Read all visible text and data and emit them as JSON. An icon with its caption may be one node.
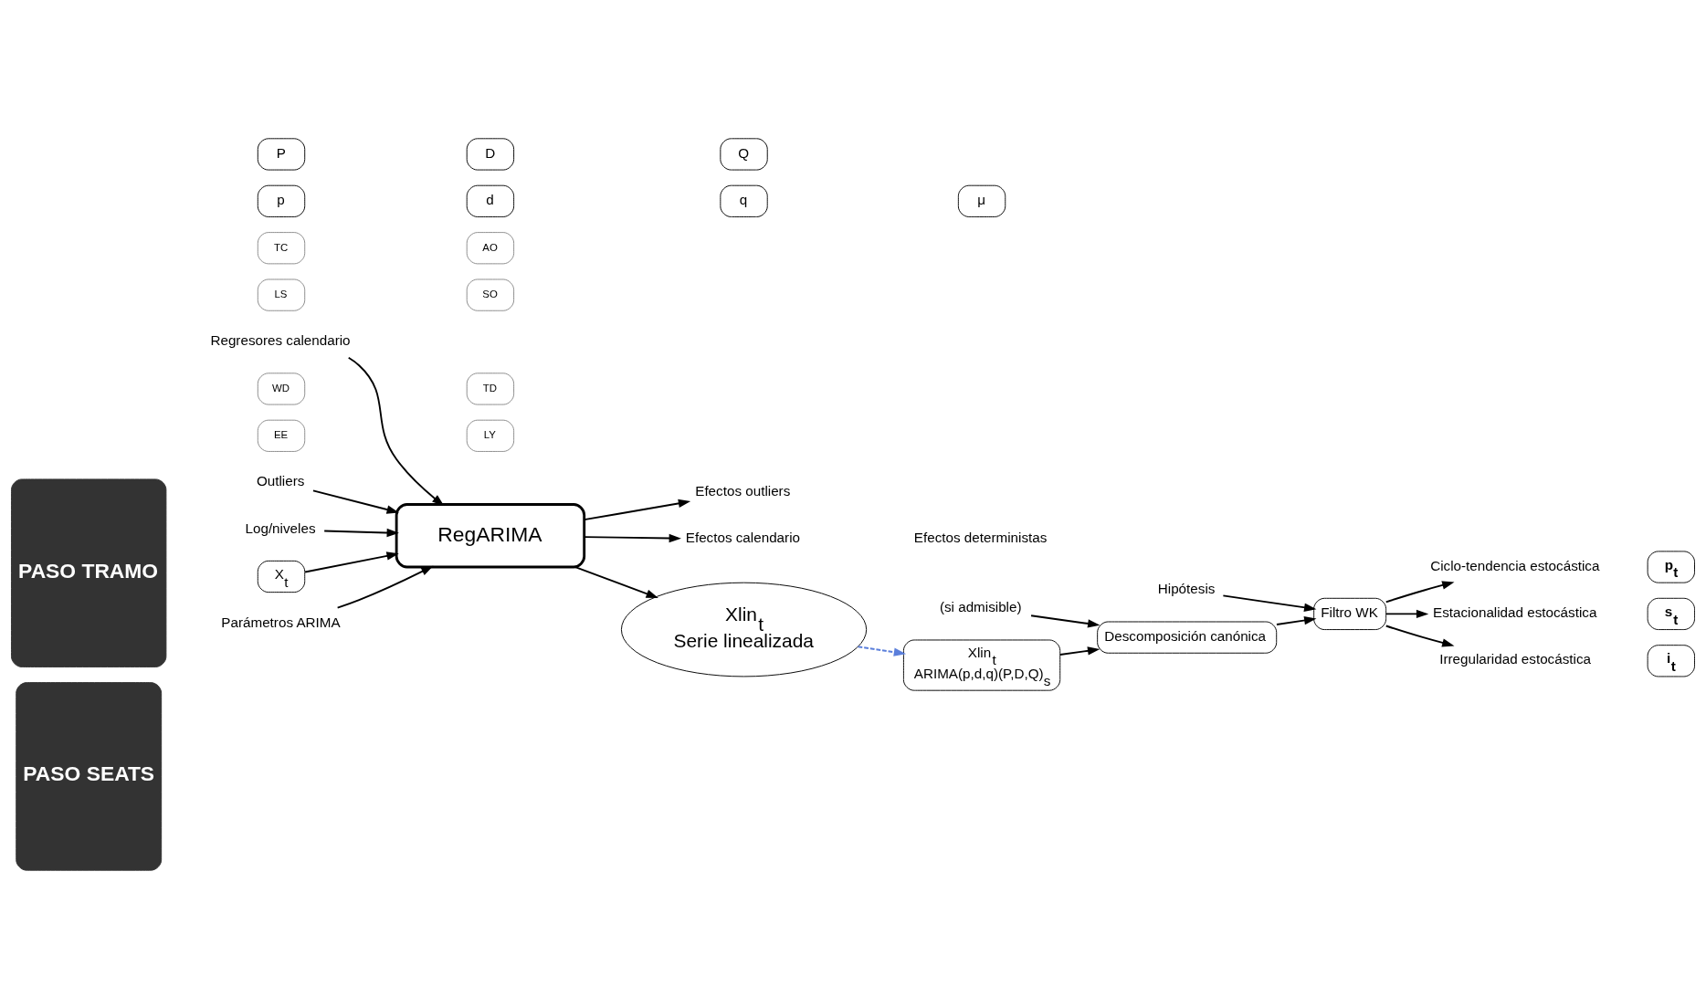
{
  "diagram": {
    "nodes": [
      {
        "text": [
          "PASO TRAMO"
        ]
      },
      {
        "text": [
          "Regresores calendario"
        ]
      },
      {
        "text": [
          "WD"
        ]
      },
      {
        "text": [
          "TD"
        ]
      },
      {
        "text": [
          "EE"
        ]
      },
      {
        "text": [
          "LY"
        ]
      },
      {
        "text": [
          "LS"
        ]
      },
      {
        "text": [
          "SO"
        ]
      },
      {
        "text": [
          "TC"
        ]
      },
      {
        "text": [
          "AO"
        ]
      },
      {
        "text": [
          "Outliers"
        ]
      },
      {
        "text": [
          "Log/niveles"
        ]
      },
      {
        "text": [
          "Efectos calendario"
        ]
      },
      {
        "text": [
          "Efectos deterministas"
        ]
      },
      {
        "text": [
          "X$_{t}$"
        ]
      },
      {
        "text": [
          "RegARIMA"
        ]
      },
      {
        "text": [
          "Efectos outliers"
        ]
      },
      {
        "text": [
          "Xlin$_{t}$",
          "Serie linealizada"
        ]
      },
      {
        "text": [
          "Parámetros ARIMA"
        ]
      },
      {
        "text": [
          "p"
        ]
      },
      {
        "text": [
          "d"
        ]
      },
      {
        "text": [
          "q"
        ]
      },
      {
        "text": [
          "μ"
        ]
      },
      {
        "text": [
          "P"
        ]
      },
      {
        "text": [
          "D"
        ]
      },
      {
        "text": [
          "Q"
        ]
      },
      {
        "text": [
          "PASO SEATS"
        ]
      },
      {
        "text": [
          "Hipótesis"
        ]
      },
      {
        "text": [
          "(si admisible)"
        ]
      },
      {
        "text": [
          "Xlin$_{t}$",
          "ARIMA(p,d,q)(P,D,Q)$_{s}$"
        ]
      },
      {
        "text": [
          "Descomposición canónica"
        ]
      },
      {
        "text": [
          "Filtro WK"
        ]
      },
      {
        "text": [
          "Ciclo-tendencia estocástica"
        ]
      },
      {
        "text": [
          "p$_{t}$"
        ]
      },
      {
        "text": [
          "Estacionalidad estocástica"
        ]
      },
      {
        "text": [
          "s$_{t}$"
        ]
      },
      {
        "text": [
          "Irregularidad estocástica"
        ]
      },
      {
        "text": [
          "i$_{t}$"
        ]
      }
    ],
    "edges": [
      {
        "from": 11,
        "to": 15,
        "arrow": "to"
      },
      {
        "from": 1,
        "to": 15,
        "arrow": "to"
      },
      {
        "from": 10,
        "to": 15,
        "arrow": "to"
      },
      {
        "from": 14,
        "to": 15,
        "arrow": "to"
      },
      {
        "from": 18,
        "to": 15,
        "arrow": "to"
      },
      {
        "from": 15,
        "to": 12,
        "arrow": "to"
      },
      {
        "from": 15,
        "to": 16,
        "arrow": "to"
      },
      {
        "from": 15,
        "to": 17,
        "arrow": "to"
      },
      {
        "from": 17,
        "to": 29,
        "arrow": "to",
        "style": "dashed",
        "color": "#5b7fdb"
      },
      {
        "from": 28,
        "to": 30,
        "arrow": "to"
      },
      {
        "from": 29,
        "to": 30,
        "arrow": "to"
      },
      {
        "from": 27,
        "to": 31,
        "arrow": "to"
      },
      {
        "from": 30,
        "to": 31,
        "arrow": "to"
      },
      {
        "from": 31,
        "to": 32,
        "arrow": "to"
      },
      {
        "from": 31,
        "to": 34,
        "arrow": "to"
      },
      {
        "from": 31,
        "to": 36,
        "arrow": "to"
      }
    ]
  }
}
